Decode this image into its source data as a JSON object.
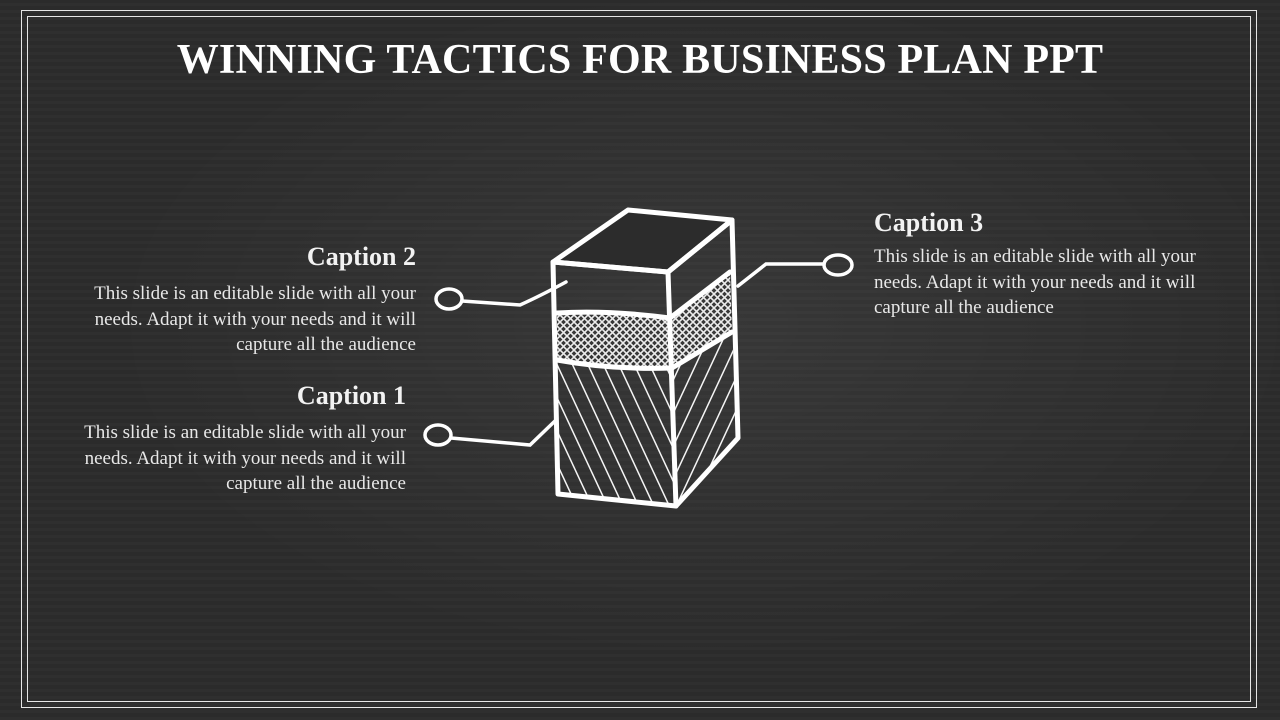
{
  "slide": {
    "title": "WINNING TACTICS FOR BUSINESS PLAN PPT"
  },
  "captions": [
    {
      "heading": "Caption 2",
      "text": "This slide is an editable slide with all your needs. Adapt it with your needs and it will capture all the audience"
    },
    {
      "heading": "Caption 1",
      "text": "This slide is an editable slide with all your needs. Adapt it with your needs and it will capture all the audience"
    },
    {
      "heading": "Caption 3",
      "text": "This slide is an editable slide with all your needs. Adapt it with your needs and it will capture all the audience"
    }
  ],
  "colors": {
    "background": "#2c2c2c",
    "chalk": "#ffffff"
  },
  "icons": [
    "chalk-box-icon",
    "connector-line-icon"
  ]
}
